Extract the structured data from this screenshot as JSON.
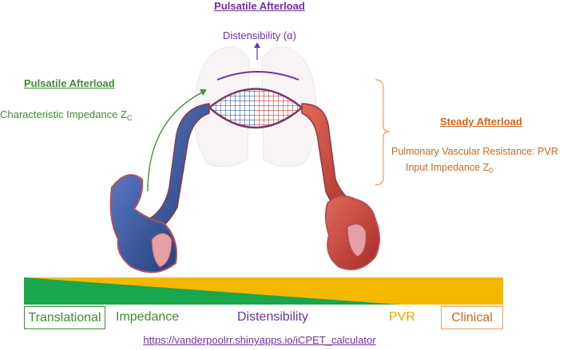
{
  "top": {
    "title": "Pulsatile Afterload",
    "subtitle": "Distensibility (α)"
  },
  "left": {
    "title": "Pulsatile Afterload",
    "subtitle": "Characteristic Impedance Z",
    "subtitle_sub": "C"
  },
  "right": {
    "title": "Steady Afterload",
    "line1": "Pulmonary Vascular Resistance: PVR",
    "line2": "Input Impedance Z",
    "line2_sub": "0"
  },
  "spectrum": {
    "translational": "Translational",
    "impedance": "Impedance",
    "distensibility": "Distensibility",
    "pvr": "PVR",
    "clinical": "Clinical"
  },
  "link": "https://vanderpoolrr.shinyapps.io/iCPET_calculator",
  "colors": {
    "green": "#3f8b36",
    "purple": "#7030a0",
    "orange": "#d26419",
    "yellow": "#f5b800",
    "bar_green": "#1aa64a",
    "blue_vessel": "#3a5aa6",
    "red_vessel": "#c8423a"
  }
}
